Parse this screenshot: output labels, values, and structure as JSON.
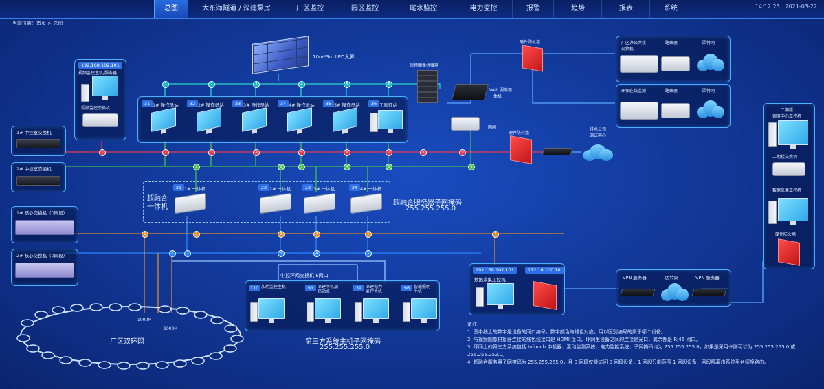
{
  "nav": {
    "tabs": [
      "总图",
      "大东海隧道 / 深建泵房",
      "厂区监控",
      "园区监控",
      "尾水监控",
      "电力监控",
      "报警",
      "趋势",
      "报表",
      "系统"
    ],
    "active": 0
  },
  "clock": {
    "time": "14:12:23",
    "date": "2021-03-22"
  },
  "breadcrumb": "当前位置：首页 > 总图",
  "led_wall": "10m*3m LED大屏",
  "video_monitor": {
    "ip": "192.168.102.101",
    "title": "视频监控主机/服务器",
    "pc_label": "视频监控交换机"
  },
  "ops_stations": [
    {
      "num": "31",
      "label": "1# 操作员站"
    },
    {
      "num": "32",
      "label": "2# 操作员站"
    },
    {
      "num": "33",
      "label": "3# 操作员站"
    },
    {
      "num": "34",
      "label": "4# 操作员站"
    },
    {
      "num": "35",
      "label": "5# 操作员站"
    },
    {
      "num": "36",
      "label": "工程师站"
    }
  ],
  "center": {
    "video_splicer": "视频图像拼接器",
    "web_server": "Web 服务器\n一体机",
    "gateway": "网闸",
    "hw_firewall_1": "硬件防火墙",
    "hw_firewall_2": "硬件防火墙",
    "drainage_center": "排水公司\n调试中心"
  },
  "office": {
    "title": "厂区办公大楼\n交换机",
    "router": "路由器",
    "internet": "因特网"
  },
  "env": {
    "title": "环保在线监测",
    "router": "路由器",
    "internet": "因特网"
  },
  "left_switches": [
    {
      "label": "1# 中控室交换机"
    },
    {
      "label": "2# 中控室交换机"
    },
    {
      "label": "1# 核心交换机（0网段）"
    },
    {
      "label": "2# 核心交换机（0网段）"
    }
  ],
  "fusion": {
    "title": "超融合\n一体机",
    "items": [
      {
        "num": "21",
        "label": "1# 一体机"
      },
      {
        "num": "22",
        "label": "2# 一体机"
      },
      {
        "num": "23",
        "label": "3# 一体机"
      },
      {
        "num": "24",
        "label": "4# 一体机"
      }
    ],
    "mask_title": "超融合服务器子网掩码",
    "mask": "255.255.255.0"
  },
  "ring": {
    "label": "厂区双环网",
    "speed1": "1000M",
    "speed2": "1000M"
  },
  "third_party": {
    "switch_label": "中控环网交换机 8网口",
    "items": [
      {
        "num": "110",
        "label": "加药监控主机"
      },
      {
        "num": "91",
        "label": "深建甲机加\n药站点"
      },
      {
        "num": "39",
        "label": "深建电力\n监控主机"
      },
      {
        "num": "96",
        "label": "智能照明\n主机"
      }
    ],
    "mask_title": "第三方系统主机子网掩码",
    "mask": "255.255.255.0"
  },
  "data_pc": {
    "ip1": "192.168.102.101",
    "ip2": "172.16.100.10",
    "label": "数据采集工控机"
  },
  "vpn": {
    "server1": "VPN 服务器",
    "internet": "因特网",
    "server2": "VPN 服务器"
  },
  "dispatch": {
    "title": "二期楼\n调度中心工控机",
    "switch": "二期楼交换机",
    "pc": "数据采集工控机",
    "fw": "硬件防火墙"
  },
  "notes": {
    "title": "备注:",
    "lines": [
      "1. 图中线上的数字是设备的网口编号，数字颜色与线色对应，用以区别编号的属于哪个设备。",
      "2. 与视频图像拼接器连接的线色线接口是 HDMI 接口，环网里设备之间的连接是光口，其余都是 RJ45 网口。",
      "3. 环网上的第三方系统包括 Infouch 中机器、泵动监测系统、电力监控系统，子网掩码均为 255.255.255.0，如果是采用卡则可以为 255.255.255.0 或 255.255.252.0。",
      "4. 超融合服务器子网掩码为 255.255.255.0，且 0 网段仅能访问 0 网段设备，1 网段只能范围 1 网段设备，网段隔离由系统平台切换路由。"
    ]
  }
}
